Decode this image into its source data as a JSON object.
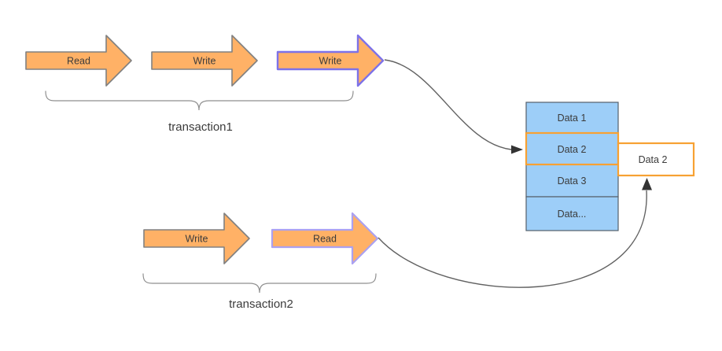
{
  "colors": {
    "arrow_fill": "#FFB166",
    "arrow_border_gray": "#808080",
    "arrow_border_purple": "#7D72E8",
    "arrow_border_purple_light": "#ABA1F1",
    "cell_fill": "#9DCEF8",
    "cell_border": "#55606B",
    "highlight_orange": "#F7A133",
    "result_box_fill": "#FFFFFF",
    "connector_gray": "#616161",
    "arrowhead_dark": "#333333",
    "brace_gray": "#8F8F8F",
    "text_dark": "#3B3B3B"
  },
  "transaction1": {
    "label": "transaction1",
    "steps": [
      {
        "label": "Read",
        "highlighted": false
      },
      {
        "label": "Write",
        "highlighted": false
      },
      {
        "label": "Write",
        "highlighted": true
      }
    ]
  },
  "transaction2": {
    "label": "transaction2",
    "steps": [
      {
        "label": "Write",
        "highlighted": false
      },
      {
        "label": "Read",
        "highlighted": true
      }
    ]
  },
  "data_table": {
    "rows": [
      {
        "label": "Data 1",
        "highlighted": false
      },
      {
        "label": "Data 2",
        "highlighted": true
      },
      {
        "label": "Data 3",
        "highlighted": false
      },
      {
        "label": "Data...",
        "highlighted": false
      }
    ]
  },
  "result_box": {
    "label": "Data 2"
  }
}
